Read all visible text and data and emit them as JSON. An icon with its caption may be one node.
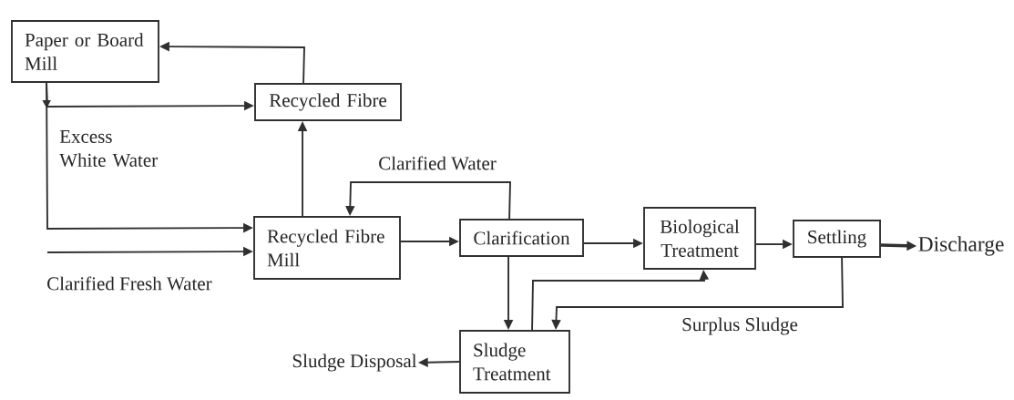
{
  "diagram": {
    "nodes": [
      {
        "text": [
          "Paper or Board Mill"
        ]
      },
      {
        "text": [
          "Recycled Fibre"
        ]
      },
      {
        "text": [
          "Recycled Fibre Mill"
        ]
      },
      {
        "text": [
          "Clarification"
        ]
      },
      {
        "text": [
          "Biological Treatment"
        ]
      },
      {
        "text": [
          "Settling"
        ]
      },
      {
        "text": [
          "Discharge"
        ]
      },
      {
        "text": [
          "Sludge Treatment"
        ]
      },
      {
        "text": [
          "Sludge Disposal"
        ]
      }
    ],
    "edges": [
      {
        "from": 0,
        "to": 1,
        "arrow": "to"
      },
      {
        "from": 0,
        "to": 2,
        "arrow": "to",
        "label": "Excess White Water"
      },
      {
        "from": 1,
        "to": 0,
        "arrow": "to"
      },
      {
        "from": 2,
        "to": 1,
        "arrow": "to"
      },
      {
        "from": 3,
        "to": 2,
        "arrow": "to",
        "label": "Clarified Water"
      },
      {
        "from": null,
        "to": 2,
        "arrow": "to",
        "label": "Clarified Fresh Water"
      },
      {
        "from": 2,
        "to": 3,
        "arrow": "to"
      },
      {
        "from": 3,
        "to": 4,
        "arrow": "to"
      },
      {
        "from": 4,
        "to": 5,
        "arrow": "to"
      },
      {
        "from": 5,
        "to": 6,
        "arrow": "to",
        "style": "thick"
      },
      {
        "from": 3,
        "to": 7,
        "arrow": "to"
      },
      {
        "from": 7,
        "to": 4,
        "arrow": "to"
      },
      {
        "from": 5,
        "to": 7,
        "arrow": "to",
        "label": "Surplus Sludge"
      },
      {
        "from": 7,
        "to": 8,
        "arrow": "to"
      }
    ]
  }
}
